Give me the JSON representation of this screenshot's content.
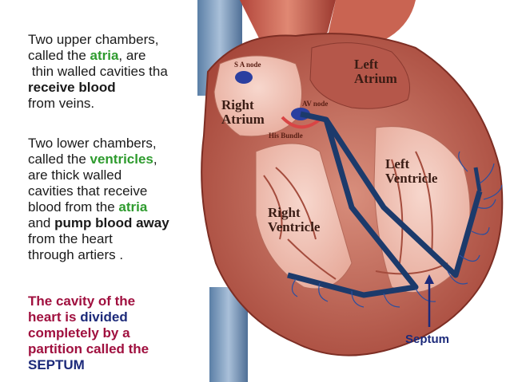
{
  "para1": {
    "l1": "Two upper chambers,",
    "l2_pre": "called the ",
    "l2_hl": "atria",
    "l2_post": ", are",
    "l3": " thin walled cavities tha",
    "l4": "receive blood",
    "l5": "from veins."
  },
  "para2": {
    "l1": "Two lower chambers,",
    "l2_pre": "called the ",
    "l2_hl": "ventricles",
    "l2_post": ",",
    "l3": "are thick walled",
    "l4": "cavities that receive",
    "l5_pre": "blood from the ",
    "l5_hl": "atria",
    "l6_pre": "and ",
    "l6_bold": "pump blood away",
    "l7": "from the heart",
    "l8": "through artiers ."
  },
  "para3": {
    "l1": "The cavity of the",
    "l2_pre": "heart is ",
    "l2_hl": "divided",
    "l3": "completely by a",
    "l4": "partition called the",
    "l5": "SEPTUM"
  },
  "labels": {
    "sa_node": "S A node",
    "left_atrium_1": "Left",
    "left_atrium_2": "Atrium",
    "right_atrium_1": "Right",
    "right_atrium_2": "Atrium",
    "av_node": "AV node",
    "his_bundle": "His Bundle",
    "left_ventricle_1": "Left",
    "left_ventricle_2": "Ventricle",
    "right_ventricle_1": "Right",
    "right_ventricle_2": "Ventricle",
    "septum": "Septum"
  },
  "colors": {
    "highlight_green": "#2e9b2e",
    "septum_text": "#a0103f",
    "conduction_blue": "#1c3a6b",
    "heart_muscle": "#b85a48"
  }
}
